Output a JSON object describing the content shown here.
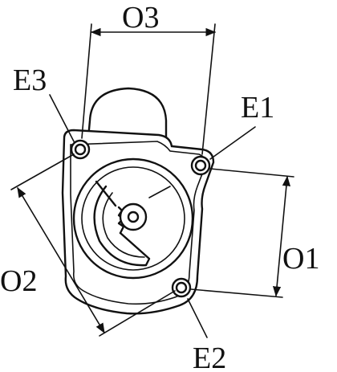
{
  "diagram": {
    "labels": {
      "o3": "O3",
      "e3": "E3",
      "e1": "E1",
      "o1": "O1",
      "o2": "O2",
      "e2": "E2"
    }
  }
}
